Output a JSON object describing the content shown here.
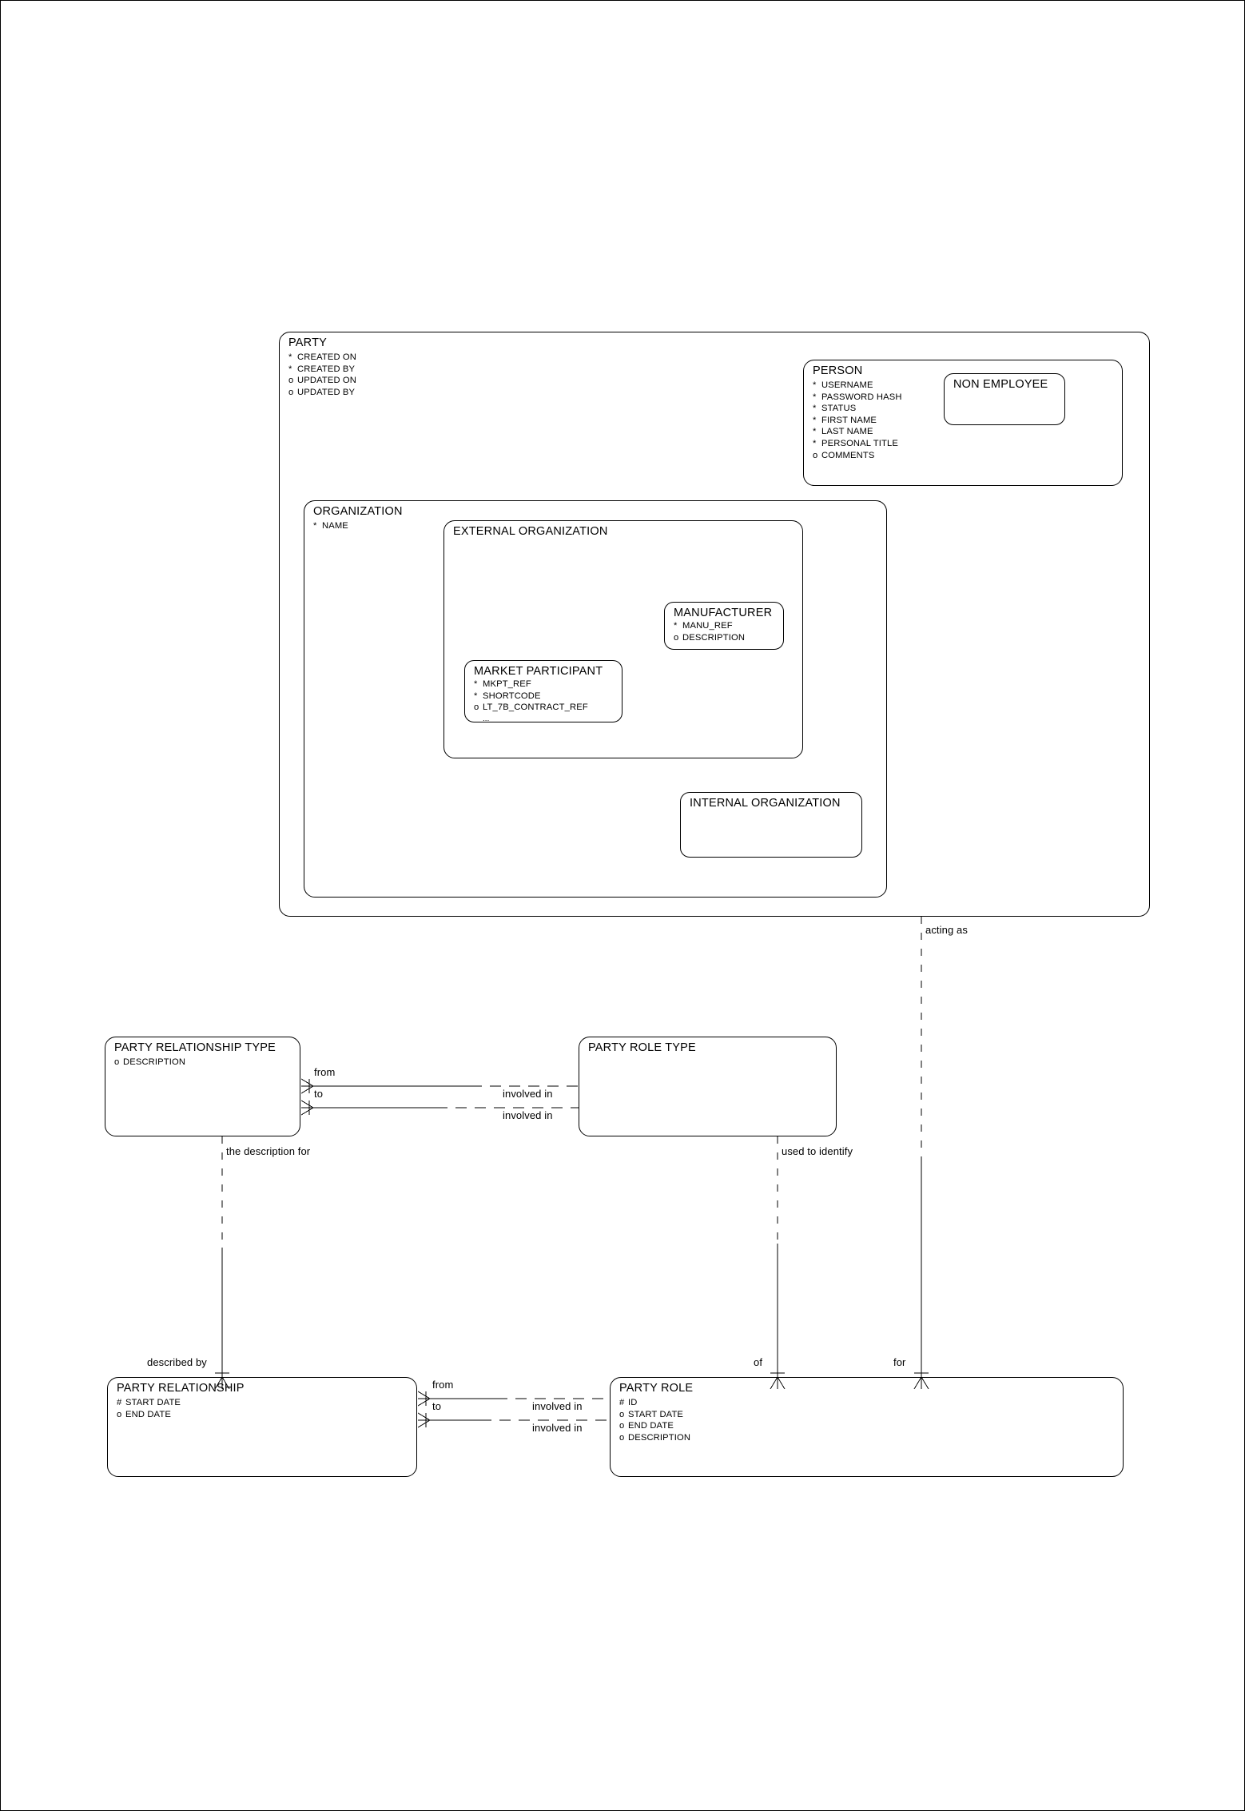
{
  "diagram": {
    "type": "entity-relationship-diagram",
    "notation": "barker",
    "background": "#ffffff",
    "line_color": "#000000"
  },
  "entities": [
    {
      "id": "party",
      "name": "PARTY",
      "attributes": [
        {
          "mark": "*",
          "name": "CREATED ON"
        },
        {
          "mark": "*",
          "name": "CREATED BY"
        },
        {
          "mark": "o",
          "name": "UPDATED ON"
        },
        {
          "mark": "o",
          "name": "UPDATED BY"
        }
      ]
    },
    {
      "id": "person",
      "name": "PERSON",
      "attributes": [
        {
          "mark": "*",
          "name": "USERNAME"
        },
        {
          "mark": "*",
          "name": "PASSWORD HASH"
        },
        {
          "mark": "*",
          "name": "STATUS"
        },
        {
          "mark": "*",
          "name": "FIRST NAME"
        },
        {
          "mark": "*",
          "name": "LAST NAME"
        },
        {
          "mark": "*",
          "name": "PERSONAL TITLE"
        },
        {
          "mark": "o",
          "name": "COMMENTS"
        }
      ]
    },
    {
      "id": "non-employee",
      "name": "NON EMPLOYEE",
      "attributes": []
    },
    {
      "id": "organization",
      "name": "ORGANIZATION",
      "attributes": [
        {
          "mark": "*",
          "name": "NAME"
        }
      ]
    },
    {
      "id": "external-organization",
      "name": "EXTERNAL ORGANIZATION",
      "attributes": []
    },
    {
      "id": "manufacturer",
      "name": "MANUFACTURER",
      "attributes": [
        {
          "mark": "*",
          "name": "MANU_REF"
        },
        {
          "mark": "o",
          "name": "DESCRIPTION"
        }
      ]
    },
    {
      "id": "market-participant",
      "name": "MARKET PARTICIPANT",
      "attributes": [
        {
          "mark": "*",
          "name": "MKPT_REF"
        },
        {
          "mark": "*",
          "name": "SHORTCODE"
        },
        {
          "mark": "o",
          "name": "LT_7B_CONTRACT_REF"
        },
        {
          "mark": "",
          "name": "..."
        }
      ]
    },
    {
      "id": "internal-organization",
      "name": "INTERNAL ORGANIZATION",
      "attributes": []
    },
    {
      "id": "party-relationship-type",
      "name": "PARTY RELATIONSHIP TYPE",
      "attributes": [
        {
          "mark": "o",
          "name": "DESCRIPTION"
        }
      ]
    },
    {
      "id": "party-role-type",
      "name": "PARTY ROLE TYPE",
      "attributes": []
    },
    {
      "id": "party-relationship",
      "name": "PARTY RELATIONSHIP",
      "attributes": [
        {
          "mark": "#",
          "name": "START DATE"
        },
        {
          "mark": "o",
          "name": "END DATE"
        }
      ]
    },
    {
      "id": "party-role",
      "name": "PARTY ROLE",
      "attributes": [
        {
          "mark": "#",
          "name": "ID"
        },
        {
          "mark": "o",
          "name": "START DATE"
        },
        {
          "mark": "o",
          "name": "END DATE"
        },
        {
          "mark": "o",
          "name": "DESCRIPTION"
        }
      ]
    }
  ],
  "relationship_labels": {
    "acting_as": "acting as",
    "prt_from": "from",
    "prt_to": "to",
    "prt_involved_in_1": "involved in",
    "prt_involved_in_2": "involved in",
    "the_description_for": "the description for",
    "used_to_identify": "used to identify",
    "described_by": "described by",
    "pr_from": "from",
    "pr_to": "to",
    "pr_involved_in_1": "involved in",
    "pr_involved_in_2": "involved in",
    "of": "of",
    "for": "for"
  }
}
